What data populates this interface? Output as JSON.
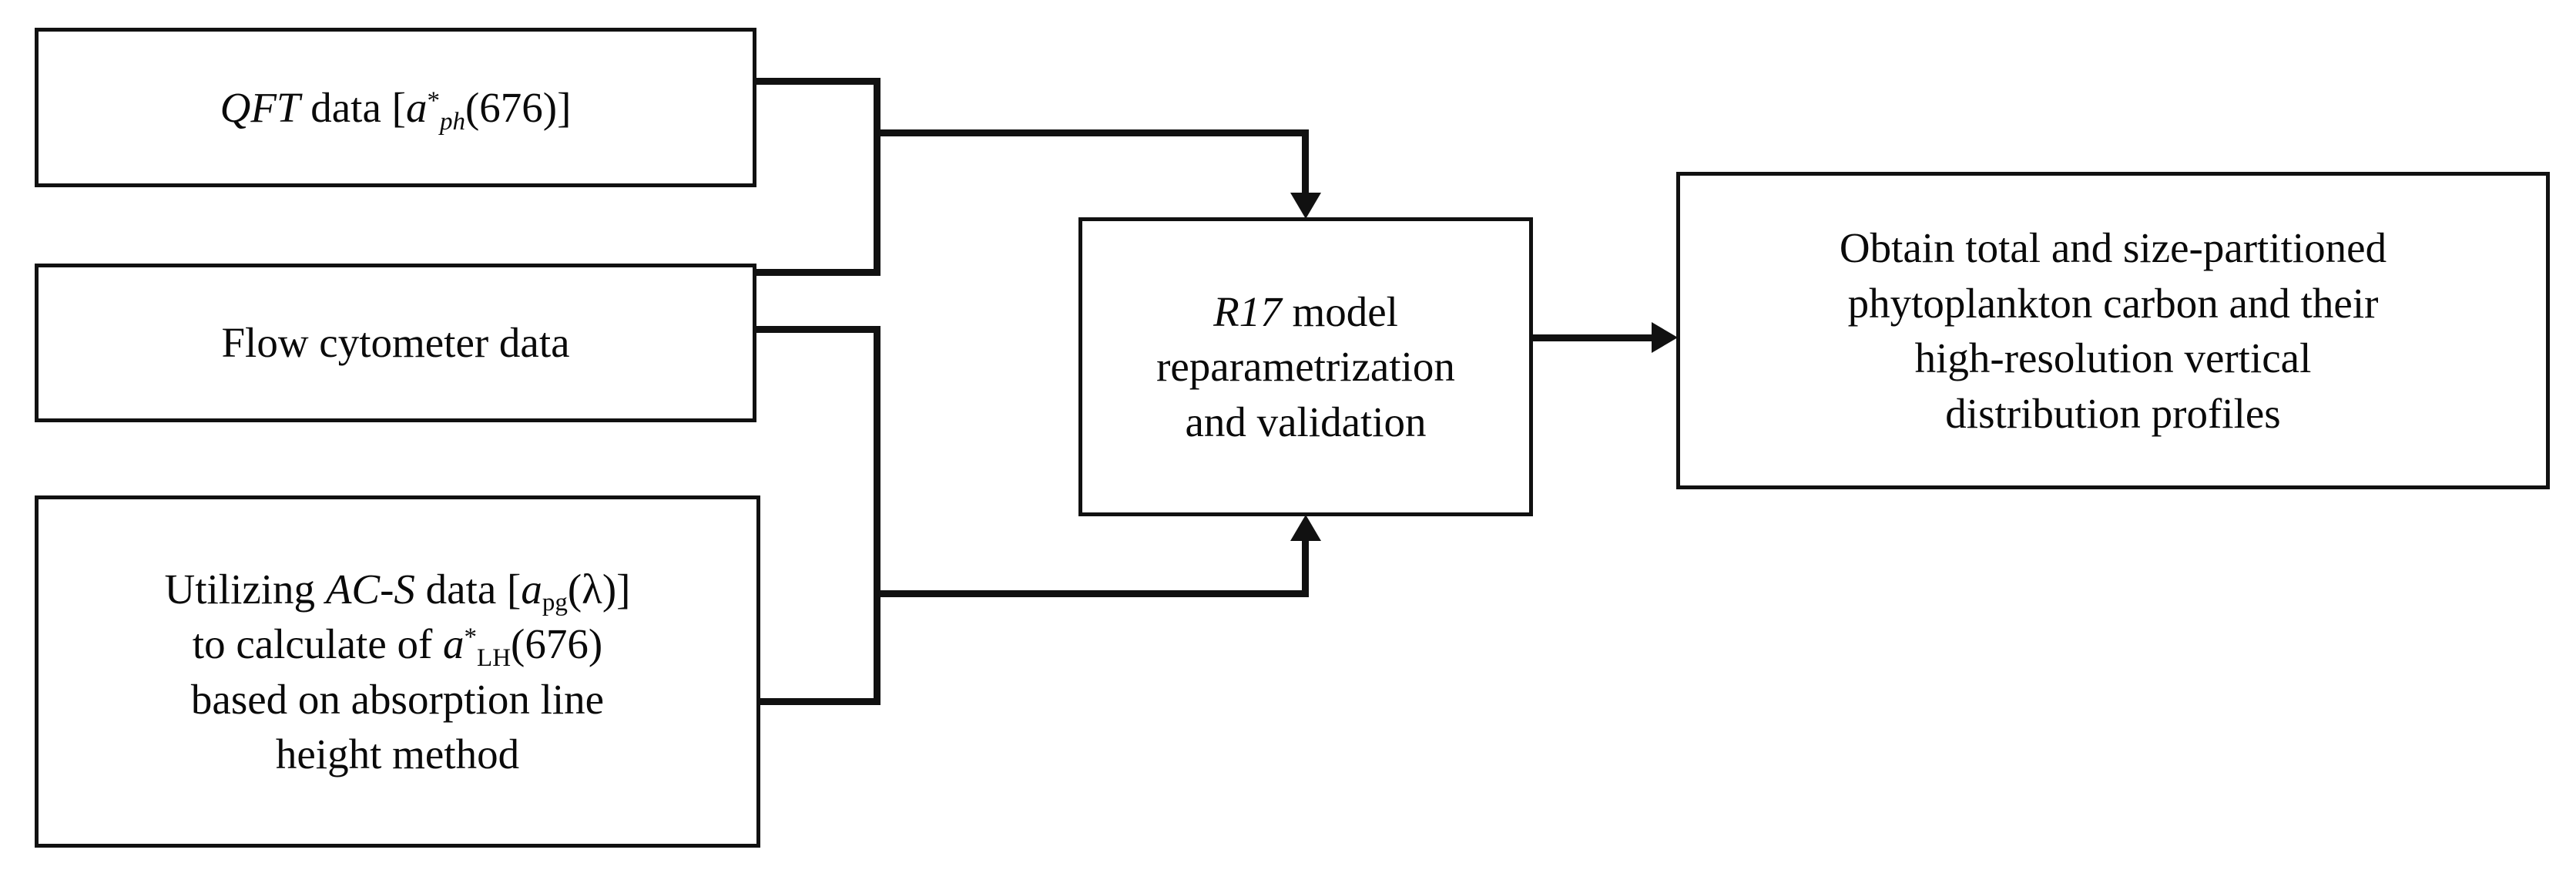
{
  "diagram": {
    "title": "Study workflow flowchart",
    "background_color": "#ffffff",
    "stroke_color": "#111111",
    "nodes": [
      {
        "id": "qft",
        "name": "qft-data-box",
        "text_plain": "QFT data [a*ph(676)]",
        "segments": [
          {
            "text": "QFT",
            "style": "italic"
          },
          {
            "text": " data [",
            "style": "roman"
          },
          {
            "text": "a",
            "style": "italic"
          },
          {
            "text": "*",
            "style": "superscript"
          },
          {
            "text": "ph",
            "style": "subscript-italic"
          },
          {
            "text": "(676)]",
            "style": "roman"
          }
        ]
      },
      {
        "id": "flow",
        "name": "flow-cytometer-data-box",
        "text_plain": "Flow cytometer data",
        "segments": [
          {
            "text": "Flow cytometer data",
            "style": "roman"
          }
        ]
      },
      {
        "id": "acs",
        "name": "acs-absorption-line-height-box",
        "text_plain": "Utilizing AC-S data [apg(λ)] to calculate of a*LH(676) based on absorption line height method",
        "lines": [
          "Utilizing AC-S data [apg(λ)]",
          "to calculate of a*LH(676)",
          "based on absorption line",
          "height method"
        ]
      },
      {
        "id": "r17",
        "name": "r17-model-box",
        "text_plain": "R17 model reparametrization and validation",
        "lines": [
          "R17 model",
          "reparametrization",
          "and validation"
        ]
      },
      {
        "id": "obtain",
        "name": "obtain-carbon-profiles-box",
        "text_plain": "Obtain total and size-partitioned phytoplankton carbon and their high-resolution vertical distribution profiles",
        "lines": [
          "Obtain total and size-partitioned",
          "phytoplankton carbon and their",
          "high-resolution vertical",
          "distribution profiles"
        ]
      }
    ],
    "text": {
      "qft_label": "QFT",
      "qft_data_word": " data [",
      "qft_base": "a",
      "qft_star": "*",
      "qft_sub": "ph",
      "qft_tail": "(676)]",
      "flow_label": "Flow cytometer data",
      "acs_line1_a": "Utilizing ",
      "acs_line1_ital": "AC-S",
      "acs_line1_b": " data [",
      "acs_line1_base": "a",
      "acs_line1_sub": "pg",
      "acs_line1_c": "(λ)]",
      "acs_line2_a": "to calculate of ",
      "acs_line2_base": "a",
      "acs_line2_star": "*",
      "acs_line2_sub": "LH",
      "acs_line2_b": "(676)",
      "acs_line3": "based on absorption line",
      "acs_line4": "height method",
      "r17_ital": "R17",
      "r17_line1_rest": " model",
      "r17_line2": "reparametrization",
      "r17_line3": "and validation",
      "obtain_line1": "Obtain total and size-partitioned",
      "obtain_line2": "phytoplankton carbon and their",
      "obtain_line3": "high-resolution vertical",
      "obtain_line4": "distribution profiles"
    },
    "edges": [
      {
        "name": "qft-to-r17",
        "from": "qft",
        "to": "r17",
        "arrow": "down-into-top"
      },
      {
        "name": "flow-to-r17-top",
        "from": "flow",
        "to": "r17",
        "arrow": "down-into-top"
      },
      {
        "name": "flow-to-r17-bottom",
        "from": "flow",
        "to": "r17",
        "arrow": "up-into-bottom"
      },
      {
        "name": "acs-to-r17",
        "from": "acs",
        "to": "r17",
        "arrow": "up-into-bottom"
      },
      {
        "name": "r17-to-obtain",
        "from": "r17",
        "to": "obtain",
        "arrow": "right-into-left"
      }
    ]
  }
}
